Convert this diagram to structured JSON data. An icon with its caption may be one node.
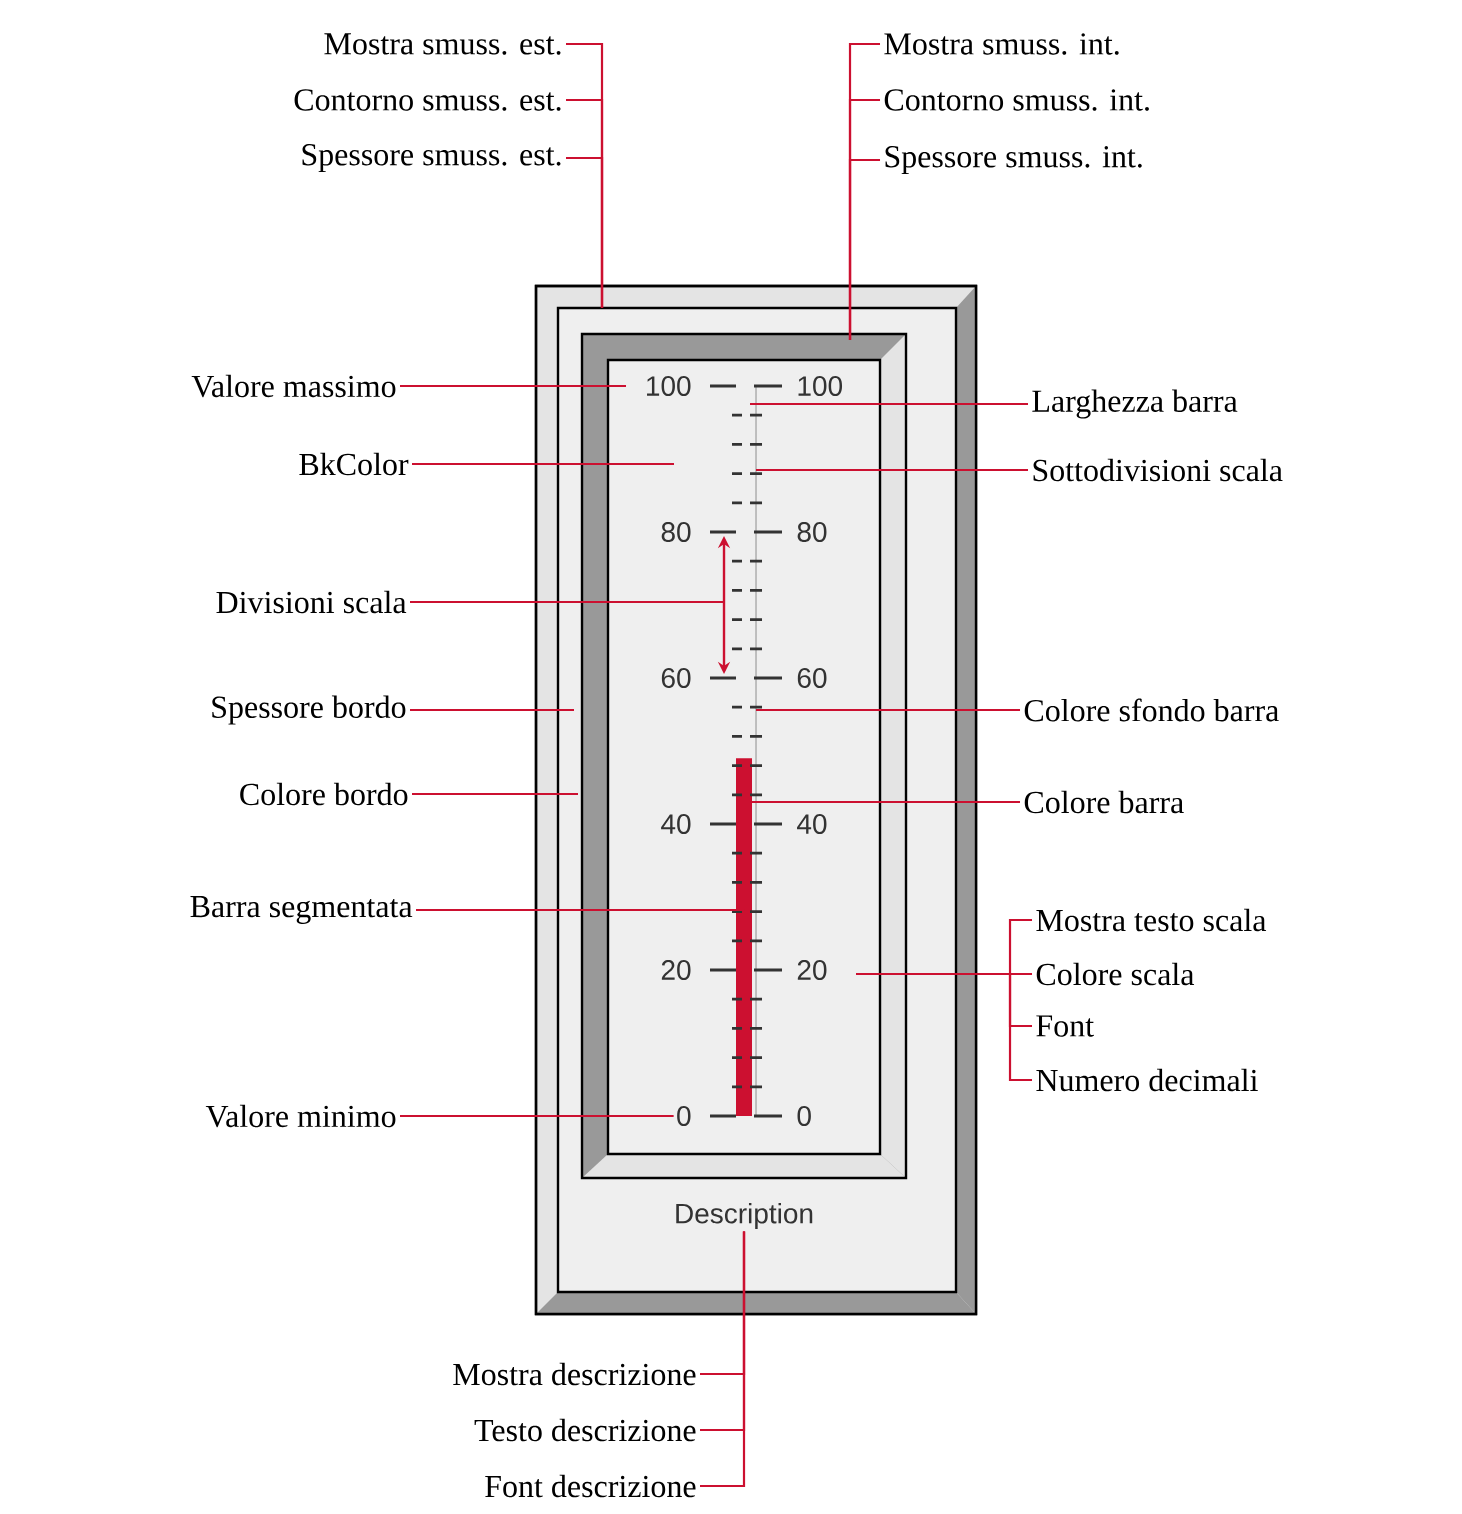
{
  "diagram": {
    "nodes": [
      {
        "text": [
          "Mostra smuss. est."
        ]
      },
      {
        "text": [
          "Contorno smuss. est."
        ]
      },
      {
        "text": [
          "Spessore smuss. est."
        ]
      },
      {
        "text": [
          "Mostra smuss. int."
        ]
      },
      {
        "text": [
          "Contorno smuss. int."
        ]
      },
      {
        "text": [
          "Spessore smuss. int."
        ]
      },
      {
        "text": [
          "Valore massimo"
        ]
      },
      {
        "text": [
          "BkColor"
        ]
      },
      {
        "text": [
          "Divisioni scala"
        ]
      },
      {
        "text": [
          "Spessore bordo"
        ]
      },
      {
        "text": [
          "Colore bordo"
        ]
      },
      {
        "text": [
          "Barra segmentata"
        ]
      },
      {
        "text": [
          "Valore minimo"
        ]
      },
      {
        "text": [
          "Larghezza barra"
        ]
      },
      {
        "text": [
          "Sottodivisioni scala"
        ]
      },
      {
        "text": [
          "Colore sfondo barra"
        ]
      },
      {
        "text": [
          "Colore barra"
        ]
      },
      {
        "text": [
          "Mostra testo scala"
        ]
      },
      {
        "text": [
          "Colore scala"
        ]
      },
      {
        "text": [
          "Font"
        ]
      },
      {
        "text": [
          "Numero decimali"
        ]
      },
      {
        "text": [
          "Mostra descrizione"
        ]
      },
      {
        "text": [
          "Testo descrizione"
        ]
      },
      {
        "text": [
          "Font descrizione"
        ]
      },
      {
        "text": [
          "0"
        ]
      },
      {
        "text": [
          "Description"
        ]
      }
    ],
    "edges": [
      {
        "from": 0,
        "to": null,
        "arrow": "none"
      },
      {
        "from": 1,
        "to": null,
        "arrow": "none"
      },
      {
        "from": 2,
        "to": null,
        "arrow": "none"
      },
      {
        "from": 3,
        "to": null,
        "arrow": "none"
      },
      {
        "from": 4,
        "to": null,
        "arrow": "none"
      },
      {
        "from": 5,
        "to": null,
        "arrow": "none"
      },
      {
        "from": 6,
        "to": null,
        "arrow": "none"
      },
      {
        "from": 7,
        "to": null,
        "arrow": "none"
      },
      {
        "from": 8,
        "to": null,
        "arrow": "none"
      },
      {
        "from": 9,
        "to": null,
        "arrow": "none"
      },
      {
        "from": 10,
        "to": null,
        "arrow": "none"
      },
      {
        "from": 11,
        "to": null,
        "arrow": "none"
      },
      {
        "from": 12,
        "to": 24,
        "arrow": "none"
      },
      {
        "from": 13,
        "to": null,
        "arrow": "none"
      },
      {
        "from": 14,
        "to": null,
        "arrow": "none"
      },
      {
        "from": 15,
        "to": null,
        "arrow": "none"
      },
      {
        "from": 16,
        "to": null,
        "arrow": "none"
      },
      {
        "from": 17,
        "to": null,
        "arrow": "none"
      },
      {
        "from": 18,
        "to": null,
        "arrow": "none"
      },
      {
        "from": 19,
        "to": null,
        "arrow": "none"
      },
      {
        "from": 20,
        "to": null,
        "arrow": "none"
      },
      {
        "from": 21,
        "to": 25,
        "arrow": "none"
      },
      {
        "from": 22,
        "to": 25,
        "arrow": "none"
      },
      {
        "from": 23,
        "to": 25,
        "arrow": "none"
      }
    ],
    "labels": [
      "100",
      "100",
      "80",
      "80",
      "60",
      "60",
      "40",
      "40",
      "20",
      "20",
      "0"
    ]
  }
}
